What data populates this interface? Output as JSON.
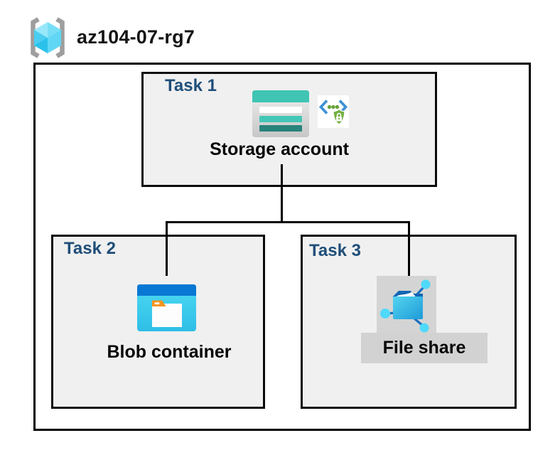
{
  "title": "az104-07-rg7",
  "tasks": [
    {
      "label": "Task 1",
      "resource": "Storage account"
    },
    {
      "label": "Task 2",
      "resource": "Blob container"
    },
    {
      "label": "Task 3",
      "resource": "File share"
    }
  ],
  "connections": [
    {
      "from": "Storage account",
      "to": "Blob container"
    },
    {
      "from": "Storage account",
      "to": "File share"
    }
  ],
  "icons": {
    "header": "azure-resource-group-icon",
    "task1": [
      "storage-account-icon",
      "sas-shield-lock-icon"
    ],
    "task2": [
      "blob-container-icon"
    ],
    "task3": [
      "file-share-icon"
    ]
  },
  "colors": {
    "task_label_navy": "#1F4E79",
    "task_box_fill": "#F0F0F0",
    "border_black": "#000000",
    "storage_teal": "#40C4B4",
    "storage_teal_dark": "#28837A",
    "azure_blue": "#0878D4",
    "container_cyan": "#3AC9EC",
    "folder_tab_orange": "#F7941E",
    "shield_green": "#76B043",
    "chevron_blue": "#3E92D4",
    "rg_cube_cyan": "#60D7F4",
    "bracket_gray": "#9E9E9E",
    "highlight_gray": "#D4D4D4"
  }
}
